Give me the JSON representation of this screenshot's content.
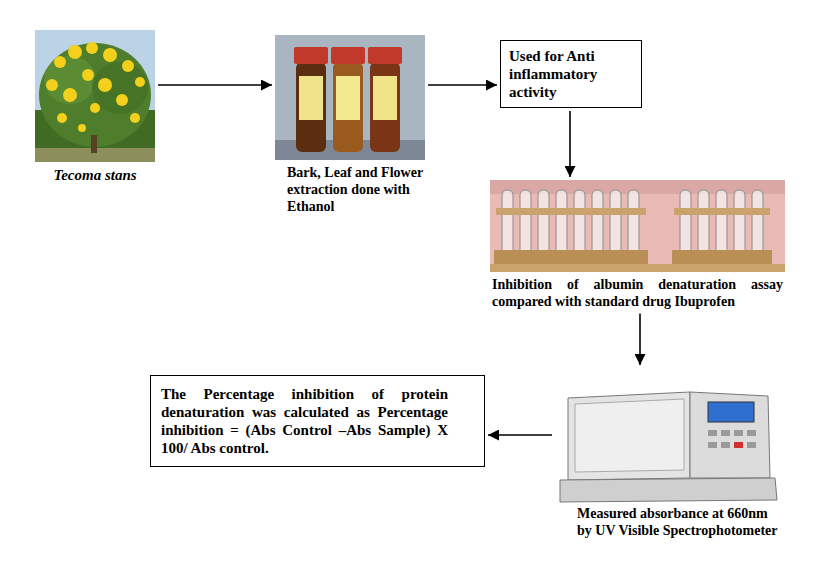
{
  "diagram": {
    "nodes": [
      {
        "text": [
          "Tecoma stans"
        ]
      },
      {
        "text": [
          "Bark, Leaf and Flower extraction done with Ethanol"
        ]
      },
      {
        "text": [
          "Used for Anti inflammatory activity"
        ]
      },
      {
        "text": [
          "Inhibition of albumin denaturation assay compared with standard drug Ibuprofen"
        ]
      },
      {
        "text": [
          "Measured absorbance at 660nm by UV Visible Spectrophotometer"
        ]
      },
      {
        "text": [
          "The Percentage inhibition of protein denaturation was calculated as Percentage inhibition = (Abs Control –Abs Sample) X 100/ Abs control."
        ]
      }
    ],
    "edges": [
      {
        "from": 0,
        "to": 1,
        "arrow": "to"
      },
      {
        "from": 1,
        "to": 2,
        "arrow": "to"
      },
      {
        "from": 2,
        "to": 3,
        "arrow": "to"
      },
      {
        "from": 3,
        "to": 4,
        "arrow": "to"
      },
      {
        "from": 4,
        "to": 5,
        "arrow": "to"
      }
    ]
  }
}
